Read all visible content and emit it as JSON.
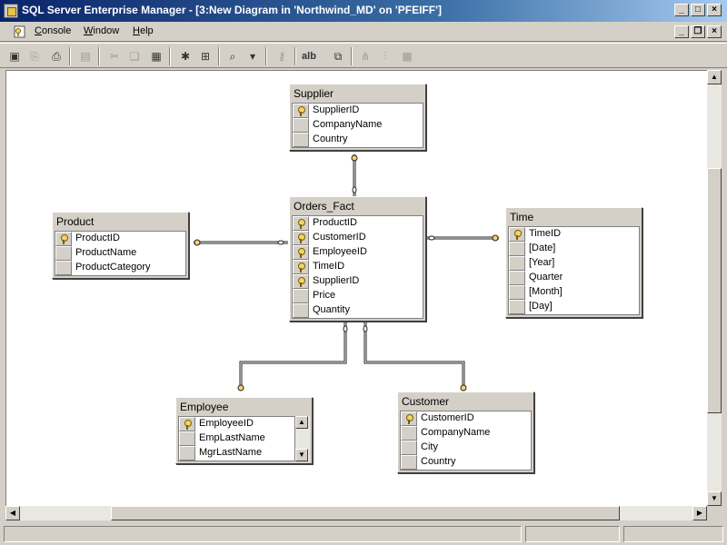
{
  "window": {
    "title": "SQL Server Enterprise Manager - [3:New Diagram in 'Northwind_MD' on 'PFEIFF']",
    "min_glyph": "_",
    "max_glyph": "□",
    "close_glyph": "×"
  },
  "menu": {
    "items": [
      {
        "label_u": "C",
        "label_rest": "onsole"
      },
      {
        "label_u": "W",
        "label_rest": "indow"
      },
      {
        "label_u": "H",
        "label_rest": "elp"
      }
    ],
    "restore_glyph": "❐"
  },
  "toolbar": {
    "buttons": [
      {
        "icon": "save-icon",
        "glyph": "▣"
      },
      {
        "icon": "properties-icon",
        "glyph": "⎘"
      },
      {
        "icon": "print-icon",
        "glyph": "⎙"
      },
      {
        "icon": "save-change-script-icon",
        "glyph": "▤"
      },
      {
        "icon": "cut-icon",
        "glyph": "✂"
      },
      {
        "icon": "copy-icon",
        "glyph": "❏"
      },
      {
        "icon": "paste-icon",
        "glyph": "▦"
      },
      {
        "icon": "new-table-icon",
        "glyph": "✱"
      },
      {
        "icon": "add-table-icon",
        "glyph": "⊞"
      },
      {
        "icon": "zoom-icon",
        "glyph": "⌕"
      },
      {
        "icon": "layout-icon",
        "glyph": "▾"
      },
      {
        "icon": "set-primary-key-icon",
        "glyph": "⚷"
      },
      {
        "icon": "new-text-annotation-icon",
        "glyph": "alb"
      },
      {
        "icon": "show-relationship-labels-icon",
        "glyph": "⧉"
      },
      {
        "icon": "arrange-tables-icon",
        "glyph": "⋔"
      },
      {
        "icon": "table-view-icon",
        "glyph": "⫶"
      },
      {
        "icon": "grid-icon",
        "glyph": "▦"
      }
    ]
  },
  "diagram": {
    "tables": {
      "supplier": {
        "name": "Supplier",
        "columns": [
          {
            "name": "SupplierID",
            "key": true
          },
          {
            "name": "CompanyName",
            "key": false
          },
          {
            "name": "Country",
            "key": false
          }
        ]
      },
      "orders_fact": {
        "name": "Orders_Fact",
        "columns": [
          {
            "name": "ProductID",
            "key": true
          },
          {
            "name": "CustomerID",
            "key": true
          },
          {
            "name": "EmployeeID",
            "key": true
          },
          {
            "name": "TimeID",
            "key": true
          },
          {
            "name": "SupplierID",
            "key": true
          },
          {
            "name": "Price",
            "key": false
          },
          {
            "name": "Quantity",
            "key": false
          }
        ]
      },
      "product": {
        "name": "Product",
        "columns": [
          {
            "name": "ProductID",
            "key": true
          },
          {
            "name": "ProductName",
            "key": false
          },
          {
            "name": "ProductCategory",
            "key": false
          }
        ]
      },
      "time": {
        "name": "Time",
        "columns": [
          {
            "name": "TimeID",
            "key": true
          },
          {
            "name": "[Date]",
            "key": false
          },
          {
            "name": "[Year]",
            "key": false
          },
          {
            "name": "Quarter",
            "key": false
          },
          {
            "name": "[Month]",
            "key": false
          },
          {
            "name": "[Day]",
            "key": false
          }
        ]
      },
      "employee": {
        "name": "Employee",
        "columns": [
          {
            "name": "EmployeeID",
            "key": true
          },
          {
            "name": "EmpLastName",
            "key": false
          },
          {
            "name": "MgrLastName",
            "key": false
          }
        ]
      },
      "customer": {
        "name": "Customer",
        "columns": [
          {
            "name": "CustomerID",
            "key": true
          },
          {
            "name": "CompanyName",
            "key": false
          },
          {
            "name": "City",
            "key": false
          },
          {
            "name": "Country",
            "key": false
          }
        ]
      }
    }
  },
  "scroll_glyphs": {
    "up": "▲",
    "down": "▼",
    "left": "◀",
    "right": "▶"
  }
}
